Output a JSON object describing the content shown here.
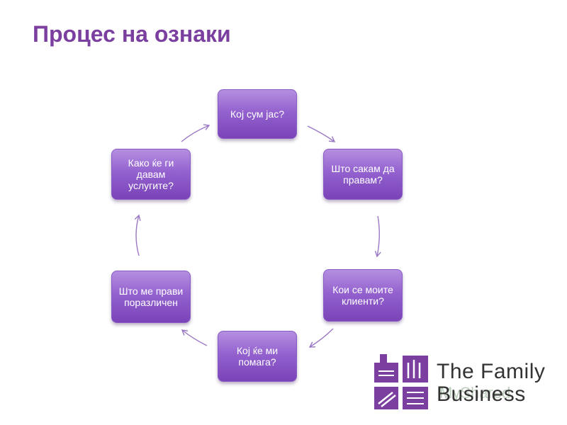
{
  "slide": {
    "title": "Процес на ознаки"
  },
  "cycle": {
    "nodes": [
      {
        "label": "Кој сум јас?"
      },
      {
        "label": "Што сакам да правам?"
      },
      {
        "label": "Кои се моите клиенти?"
      },
      {
        "label": "Кој ќе ми помага?"
      },
      {
        "label": "Што ме прави поразличен"
      },
      {
        "label": "Како ќе ги давам услугите?"
      }
    ],
    "arrow_color": "#9a78c4"
  },
  "logo": {
    "line1": "The Family",
    "line2": "Business",
    "watermark": "MyShared",
    "color": "#7b3fa0"
  }
}
